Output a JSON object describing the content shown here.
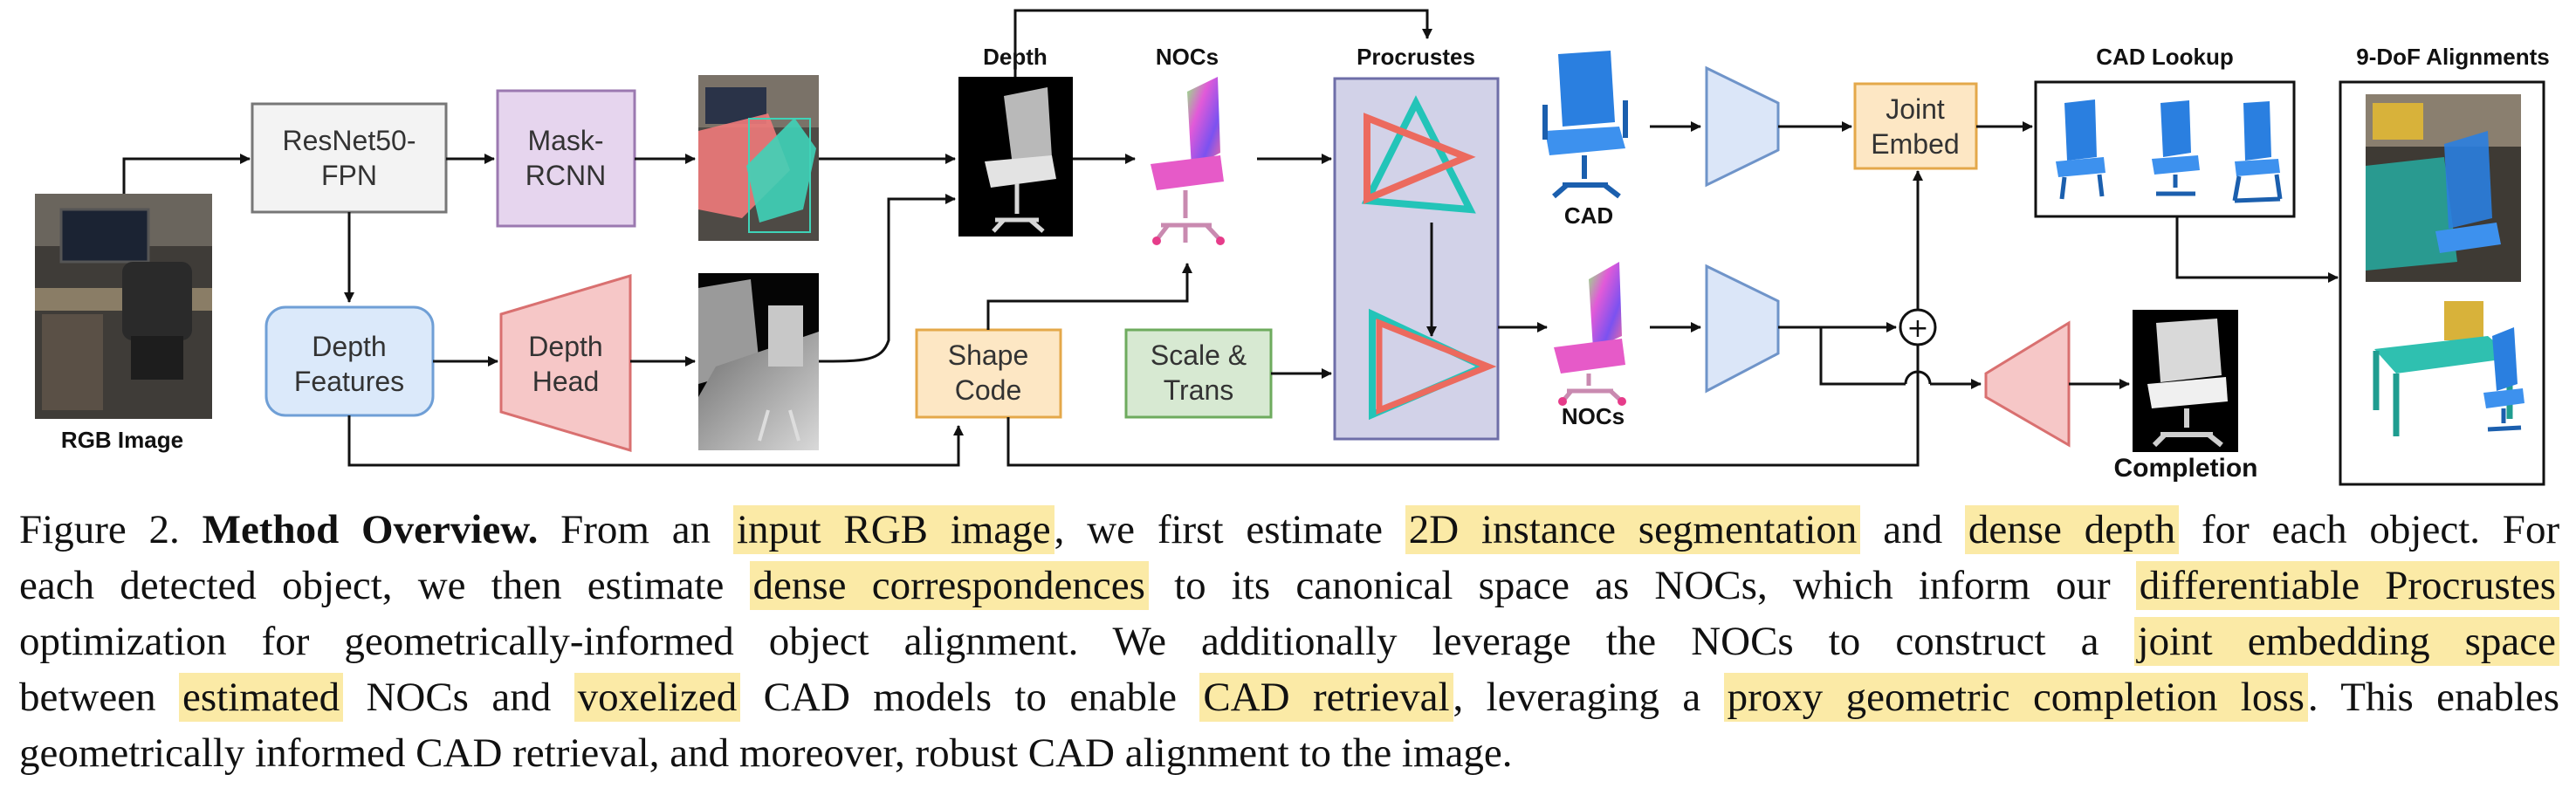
{
  "diagram": {
    "rgb_label": "RGB Image",
    "resnet_l1": "ResNet50-",
    "resnet_l2": "FPN",
    "mask_l1": "Mask-",
    "mask_l2": "RCNN",
    "dfeat_l1": "Depth",
    "dfeat_l2": "Features",
    "dhead_l1": "Depth",
    "dhead_l2": "Head",
    "depth_label": "Depth",
    "nocs_top_label": "NOCs",
    "procrustes_label": "Procrustes",
    "shape_l1": "Shape",
    "shape_l2": "Code",
    "scale_l1": "Scale &",
    "scale_l2": "Trans",
    "cad_label": "CAD",
    "nocs_bottom_label": "NOCs",
    "joint_l1": "Joint",
    "joint_l2": "Embed",
    "lookup_label": "CAD Lookup",
    "align_label": "9-DoF Alignments",
    "completion_label": "Completion",
    "plus_symbol": "+"
  },
  "caption": {
    "fig_num": "Figure 2.",
    "bold_title": "Method Overview.",
    "l1_a": "From an",
    "l1_h1": "input RGB image",
    "l1_b": ", we first estimate",
    "l1_h2": "2D instance segmentation",
    "l1_c": "and",
    "l1_h3": "dense depth",
    "l1_d": "for each object. For",
    "l2_a": "each detected object, we then estimate",
    "l2_h1": "dense correspondences",
    "l2_b": "to its canonical space as NOCs, which inform our",
    "l2_h2": "differentiable Procrustes",
    "l3_a": "optimization for geometrically-informed object alignment.  We additionally leverage the NOCs to construct a",
    "l3_h1": "joint embedding space",
    "l4_a": "between",
    "l4_h1": "estimated",
    "l4_b": "NOCs and",
    "l4_h2": "voxelized",
    "l4_c": "CAD models to enable",
    "l4_h3": "CAD retrieval",
    "l4_d": ", leveraging a",
    "l4_h4": "proxy geometric completion loss",
    "l4_e": ". This enables",
    "l5_a": "geometrically informed CAD retrieval, and moreover, robust CAD alignment to the image."
  },
  "colors": {
    "highlight": "#fbeaa6",
    "resnet_fill": "#f3f3f3",
    "mask_fill": "#e6d5ee",
    "depth_features_fill": "#dbe9fa",
    "depth_head_fill": "#f6c7c7",
    "shape_fill": "#fde7c4",
    "scale_fill": "#d7e9d2",
    "procrustes_fill": "#d2d2e8",
    "encoder_fill": "#dbe6f8",
    "cad_blue": "#2a7fe0",
    "triangle_red": "#ec6a5e",
    "triangle_teal": "#23c4b8"
  }
}
